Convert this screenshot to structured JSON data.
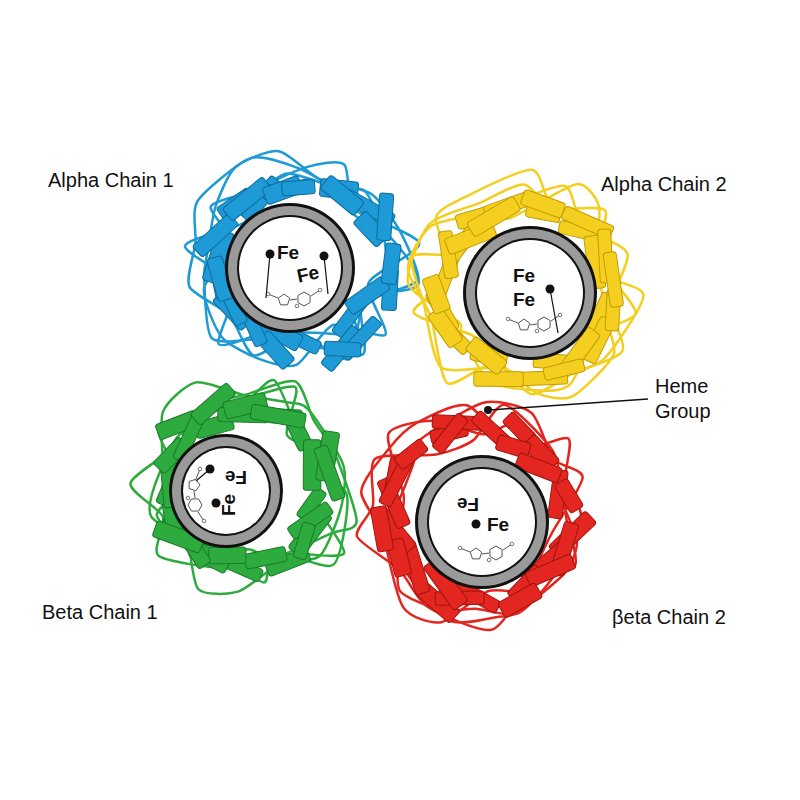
{
  "diagram": {
    "nodes": [
      {
        "text": [
          "Fe",
          "Fe"
        ]
      },
      {
        "text": [
          "Fe",
          "Fe"
        ]
      },
      {
        "text": [
          "Fe",
          "Fe"
        ]
      },
      {
        "text": [
          "Fe",
          "Fe"
        ]
      }
    ],
    "labels": [
      "Alpha Chain 1",
      "Alpha Chain 2",
      "Heme Group",
      "Beta Chain 1",
      "βeta Chain 2"
    ]
  }
}
